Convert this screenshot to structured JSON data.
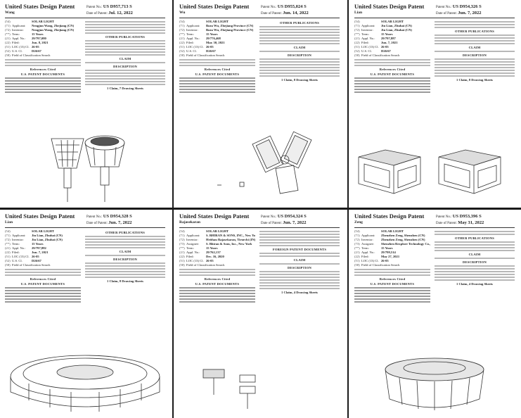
{
  "patents": [
    {
      "title": "United States Design Patent",
      "inventor": "Wang",
      "patent_no_label": "Patent No.:",
      "patent_no": "US D957,713 S",
      "date_label": "Date of Patent:",
      "date": "Jul. 12, 2022",
      "fields": [
        {
          "k": "(54)",
          "l": "",
          "v": "SOLAR LIGHT"
        },
        {
          "k": "(71)",
          "l": "Applicant:",
          "v": "Nengjun Wang, Zhejiang (CN)"
        },
        {
          "k": "(72)",
          "l": "Inventor:",
          "v": "Nengjun Wang, Zhejiang (CN)"
        },
        {
          "k": "(**)",
          "l": "Term:",
          "v": "15 Years"
        },
        {
          "k": "(21)",
          "l": "Appl. No.:",
          "v": "29/797,080"
        },
        {
          "k": "(22)",
          "l": "Filed:",
          "v": "Jun. 8, 2021"
        },
        {
          "k": "(51)",
          "l": "LOC (13) Cl.",
          "v": "26-05"
        },
        {
          "k": "(52)",
          "l": "U.S. Cl.",
          "v": "D26/67"
        },
        {
          "k": "(58)",
          "l": "Field of Classification Search",
          "v": ""
        }
      ],
      "refs_heading": "References Cited",
      "refs_sub": "U.S. PATENT DOCUMENTS",
      "other_heading": "OTHER PUBLICATIONS",
      "claim_heading": "CLAIM",
      "desc_heading": "DESCRIPTION",
      "figure_caption": "1 Claim, 7 Drawing Sheets"
    },
    {
      "title": "United States Design Patent",
      "inventor": "Wu",
      "patent_no_label": "Patent No.:",
      "patent_no": "US D955,024 S",
      "date_label": "Date of Patent:",
      "date": "Jun. 14, 2022",
      "fields": [
        {
          "k": "(54)",
          "l": "",
          "v": "SOLAR LIGHT"
        },
        {
          "k": "(71)",
          "l": "Applicant:",
          "v": "Bozu Wu, Zhejiang Province (CN)"
        },
        {
          "k": "(72)",
          "l": "Inventor:",
          "v": "Bozu Wu, Zhejiang Province (CN)"
        },
        {
          "k": "(**)",
          "l": "Term:",
          "v": "15 Years"
        },
        {
          "k": "(21)",
          "l": "Appl. No.:",
          "v": "29/776,468"
        },
        {
          "k": "(22)",
          "l": "Filed:",
          "v": "Mar. 30, 2021"
        },
        {
          "k": "(51)",
          "l": "LOC (13) Cl.",
          "v": "26-05"
        },
        {
          "k": "(52)",
          "l": "U.S. Cl.",
          "v": "D26/67"
        },
        {
          "k": "(58)",
          "l": "Field of Classification Search",
          "v": ""
        }
      ],
      "refs_heading": "References Cited",
      "refs_sub": "U.S. PATENT DOCUMENTS",
      "other_heading": "OTHER PUBLICATIONS",
      "claim_heading": "CLAIM",
      "desc_heading": "DESCRIPTION",
      "figure_caption": "1 Claim, 8 Drawing Sheets"
    },
    {
      "title": "United States Design Patent",
      "inventor": "Lian",
      "patent_no_label": "Patent No.:",
      "patent_no": "US D954,326 S",
      "date_label": "Date of Patent:",
      "date": "Jun. 7, 2022",
      "fields": [
        {
          "k": "(54)",
          "l": "",
          "v": "SOLAR LIGHT"
        },
        {
          "k": "(71)",
          "l": "Applicant:",
          "v": "Jin Lian, Zhuhai (CN)"
        },
        {
          "k": "(72)",
          "l": "Inventor:",
          "v": "Jin Lian, Zhuhai (CN)"
        },
        {
          "k": "(**)",
          "l": "Term:",
          "v": "15 Years"
        },
        {
          "k": "(21)",
          "l": "Appl. No.:",
          "v": "29/797,887"
        },
        {
          "k": "(22)",
          "l": "Filed:",
          "v": "Jun. 7, 2021"
        },
        {
          "k": "(51)",
          "l": "LOC (13) Cl.",
          "v": "26-05"
        },
        {
          "k": "(52)",
          "l": "U.S. Cl.",
          "v": "D26/67"
        },
        {
          "k": "(58)",
          "l": "Field of Classification Search",
          "v": ""
        }
      ],
      "refs_heading": "References Cited",
      "refs_sub": "U.S. PATENT DOCUMENTS",
      "other_heading": "OTHER PUBLICATIONS",
      "claim_heading": "CLAIM",
      "desc_heading": "DESCRIPTION",
      "figure_caption": "1 Claim, 8 Drawing Sheets"
    },
    {
      "title": "United States Design Patent",
      "inventor": "Lian",
      "patent_no_label": "Patent No.:",
      "patent_no": "US D954,328 S",
      "date_label": "Date of Patent:",
      "date": "Jun. 7, 2022",
      "fields": [
        {
          "k": "(54)",
          "l": "",
          "v": "SOLAR LIGHT"
        },
        {
          "k": "(71)",
          "l": "Applicant:",
          "v": "Jin Lian, Zhuhai (CN)"
        },
        {
          "k": "(72)",
          "l": "Inventor:",
          "v": "Jin Lian, Zhuhai (CN)"
        },
        {
          "k": "(**)",
          "l": "Term:",
          "v": "15 Years"
        },
        {
          "k": "(21)",
          "l": "Appl. No.:",
          "v": "29/797,882"
        },
        {
          "k": "(22)",
          "l": "Filed:",
          "v": "Jun. 7, 2021"
        },
        {
          "k": "(51)",
          "l": "LOC (13) Cl.",
          "v": "26-05"
        },
        {
          "k": "(52)",
          "l": "U.S. Cl.",
          "v": "D26/67"
        },
        {
          "k": "(58)",
          "l": "Field of Classification Search",
          "v": ""
        }
      ],
      "refs_heading": "References Cited",
      "refs_sub": "U.S. PATENT DOCUMENTS",
      "other_heading": "OTHER PUBLICATIONS",
      "claim_heading": "CLAIM",
      "desc_heading": "DESCRIPTION",
      "figure_caption": "1 Claim, 8 Drawing Sheets"
    },
    {
      "title": "United States Design Patent",
      "inventor": "Rajasekaran",
      "patent_no_label": "Patent No.:",
      "patent_no": "US D954,324 S",
      "date_label": "Date of Patent:",
      "date": "Jun. 7, 2022",
      "fields": [
        {
          "k": "(54)",
          "l": "",
          "v": "SOLAR LIGHT"
        },
        {
          "k": "(71)",
          "l": "Applicant:",
          "v": "S. BHIRAN & SONS, INC., New York"
        },
        {
          "k": "(72)",
          "l": "Inventor:",
          "v": "Hrithau Rajasekaran, Tirurchi (IN)"
        },
        {
          "k": "(73)",
          "l": "Assignee:",
          "v": "S. Bhiran & Sons, Inc., New York"
        },
        {
          "k": "(**)",
          "l": "Term:",
          "v": "15 Years"
        },
        {
          "k": "(21)",
          "l": "Appl. No.:",
          "v": "29/762,137"
        },
        {
          "k": "(22)",
          "l": "Filed:",
          "v": "Dec. 16, 2020"
        },
        {
          "k": "(51)",
          "l": "LOC (13) Cl.",
          "v": "26-05"
        },
        {
          "k": "(58)",
          "l": "Field of Classification Search",
          "v": ""
        }
      ],
      "refs_heading": "References Cited",
      "refs_sub": "U.S. PATENT DOCUMENTS",
      "other_heading": "FOREIGN PATENT DOCUMENTS",
      "claim_heading": "CLAIM",
      "desc_heading": "DESCRIPTION",
      "figure_caption": "1 Claim, 4 Drawing Sheets"
    },
    {
      "title": "United States Design Patent",
      "inventor": "Zeng",
      "patent_no_label": "Patent No.:",
      "patent_no": "US D953,396 S",
      "date_label": "Date of Patent:",
      "date": "May 31, 2022",
      "fields": [
        {
          "k": "(54)",
          "l": "",
          "v": "SOLAR LIGHT"
        },
        {
          "k": "(71)",
          "l": "Applicant:",
          "v": "Zhenzhen Zeng, Shenzhen (CN)"
        },
        {
          "k": "(72)",
          "l": "Inventor:",
          "v": "Zhenzhen Zeng, Shenzhen (CN)"
        },
        {
          "k": "(73)",
          "l": "Assignee:",
          "v": "Shenzhen Rexplore Technology Co., Ltd."
        },
        {
          "k": "(**)",
          "l": "Term:",
          "v": "15 Years"
        },
        {
          "k": "(21)",
          "l": "Appl. No.:",
          "v": "29/799,514"
        },
        {
          "k": "(22)",
          "l": "Filed:",
          "v": "May 27, 2021"
        },
        {
          "k": "(51)",
          "l": "LOC (13) Cl.",
          "v": "26-05"
        },
        {
          "k": "(58)",
          "l": "Field of Classification Search",
          "v": ""
        }
      ],
      "refs_heading": "References Cited",
      "refs_sub": "U.S. PATENT DOCUMENTS",
      "other_heading": "OTHER PUBLICATIONS",
      "claim_heading": "CLAIM",
      "desc_heading": "DESCRIPTION",
      "figure_caption": "1 Claim, 4 Drawing Sheets"
    }
  ]
}
